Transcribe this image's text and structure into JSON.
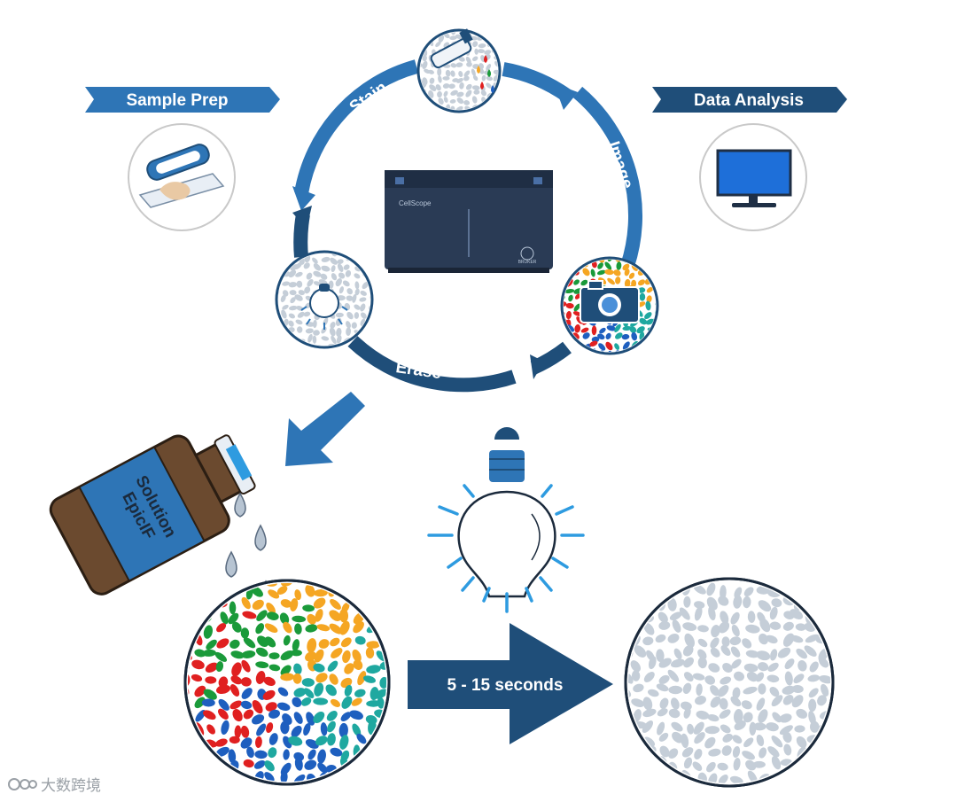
{
  "banners": {
    "sample_prep": "Sample Prep",
    "data_analysis": "Data Analysis"
  },
  "cycle": {
    "stain": "Stain",
    "image": "Image",
    "erase": "Erase"
  },
  "instrument": {
    "name_plate": "CellScope",
    "brand": "BRUKER"
  },
  "bottle": {
    "label_line1": "EpicIF",
    "label_line2": "Solution"
  },
  "arrow": {
    "label": "5 - 15 seconds"
  },
  "watermark": {
    "text": "大数跨境"
  },
  "colors": {
    "dark_blue": "#1f4e79",
    "mid_blue": "#2e75b6",
    "light_blue": "#4a90d9",
    "cell_gray": "#c5ced8",
    "bottle_brown": "#6b4a2f",
    "stain_red": "#e02020",
    "stain_green": "#1a9a3a",
    "stain_orange": "#f5a623",
    "stain_teal": "#1fa8a0",
    "stain_blue": "#1e5fbf"
  }
}
